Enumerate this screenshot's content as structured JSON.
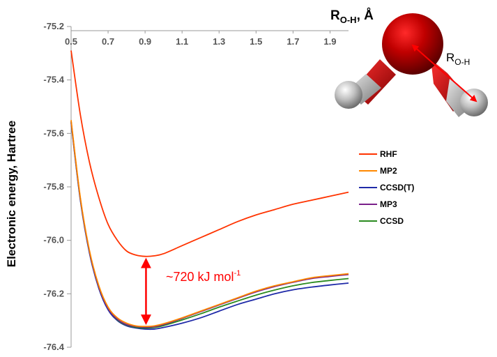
{
  "chart_data": {
    "type": "line",
    "ylabel": "Electronic energy, Hartree",
    "xlabel": "",
    "xlim": [
      0.5,
      2.0
    ],
    "ylim": [
      -76.4,
      -75.2
    ],
    "x_ticks": [
      "0.5",
      "0.7",
      "0.9",
      "1.1",
      "1.3",
      "1.5",
      "1.7",
      "1.9"
    ],
    "y_ticks": [
      "-75.2",
      "-75.4",
      "-75.6",
      "-75.8",
      "-76.0",
      "-76.2",
      "-76.4"
    ],
    "series": [
      {
        "name": "RHF",
        "color": "#ff3300",
        "x": [
          0.5,
          0.55,
          0.6,
          0.65,
          0.7,
          0.75,
          0.8,
          0.85,
          0.9,
          0.95,
          1.0,
          1.1,
          1.2,
          1.3,
          1.4,
          1.5,
          1.6,
          1.7,
          1.8,
          1.9,
          2.0
        ],
        "y": [
          -75.29,
          -75.53,
          -75.71,
          -75.84,
          -75.94,
          -76.0,
          -76.04,
          -76.055,
          -76.06,
          -76.058,
          -76.05,
          -76.02,
          -75.99,
          -75.96,
          -75.93,
          -75.905,
          -75.885,
          -75.865,
          -75.85,
          -75.835,
          -75.82
        ]
      },
      {
        "name": "MP2",
        "color": "#ff8800",
        "x": [
          0.5,
          0.55,
          0.6,
          0.65,
          0.7,
          0.75,
          0.8,
          0.85,
          0.9,
          0.95,
          1.0,
          1.1,
          1.2,
          1.3,
          1.4,
          1.5,
          1.6,
          1.7,
          1.8,
          1.9,
          2.0
        ],
        "y": [
          -75.55,
          -75.84,
          -76.04,
          -76.17,
          -76.25,
          -76.29,
          -76.31,
          -76.32,
          -76.322,
          -76.32,
          -76.312,
          -76.29,
          -76.265,
          -76.24,
          -76.215,
          -76.19,
          -76.17,
          -76.155,
          -76.14,
          -76.132,
          -76.125
        ]
      },
      {
        "name": "CCSD(T)",
        "color": "#1f2aa8",
        "x": [
          0.5,
          0.55,
          0.6,
          0.65,
          0.7,
          0.75,
          0.8,
          0.85,
          0.9,
          0.95,
          1.0,
          1.1,
          1.2,
          1.3,
          1.4,
          1.5,
          1.6,
          1.7,
          1.8,
          1.9,
          2.0
        ],
        "y": [
          -75.56,
          -75.85,
          -76.05,
          -76.18,
          -76.26,
          -76.3,
          -76.32,
          -76.328,
          -76.332,
          -76.332,
          -76.326,
          -76.31,
          -76.29,
          -76.265,
          -76.24,
          -76.22,
          -76.2,
          -76.185,
          -76.175,
          -76.167,
          -76.16
        ]
      },
      {
        "name": "MP3",
        "color": "#7a1f8a",
        "x": [
          0.5,
          0.55,
          0.6,
          0.65,
          0.7,
          0.75,
          0.8,
          0.85,
          0.9,
          0.95,
          1.0,
          1.1,
          1.2,
          1.3,
          1.4,
          1.5,
          1.6,
          1.7,
          1.8,
          1.9,
          2.0
        ],
        "y": [
          -75.555,
          -75.845,
          -76.045,
          -76.175,
          -76.255,
          -76.295,
          -76.315,
          -76.322,
          -76.325,
          -76.323,
          -76.315,
          -76.292,
          -76.267,
          -76.242,
          -76.217,
          -76.193,
          -76.173,
          -76.157,
          -76.143,
          -76.135,
          -76.128
        ]
      },
      {
        "name": "CCSD",
        "color": "#2a8a1f",
        "x": [
          0.5,
          0.55,
          0.6,
          0.65,
          0.7,
          0.75,
          0.8,
          0.85,
          0.9,
          0.95,
          1.0,
          1.1,
          1.2,
          1.3,
          1.4,
          1.5,
          1.6,
          1.7,
          1.8,
          1.9,
          2.0
        ],
        "y": [
          -75.555,
          -75.845,
          -76.045,
          -76.175,
          -76.255,
          -76.297,
          -76.317,
          -76.325,
          -76.328,
          -76.326,
          -76.319,
          -76.298,
          -76.275,
          -76.25,
          -76.227,
          -76.205,
          -76.186,
          -76.17,
          -76.158,
          -76.15,
          -76.143
        ]
      }
    ],
    "legend_position": "right",
    "grid": false,
    "annotation": {
      "text": "~720 kJ mol",
      "superscript": "-1",
      "color": "#ff0000",
      "arrow_x": 0.905,
      "arrow_y_top": -76.06,
      "arrow_y_bottom": -76.322
    },
    "inset_molecule": {
      "title_main": "R",
      "title_sub": "O-H",
      "title_suffix": ", Å",
      "bond_label_main": "R",
      "bond_label_sub": "O-H",
      "oxygen_color": "#a80000",
      "hydrogen_color": "#c8c8c8",
      "arrow_color": "#ff0000"
    }
  }
}
